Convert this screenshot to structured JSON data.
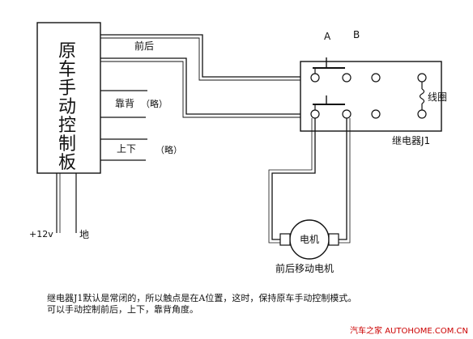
{
  "panel": {
    "label": "原车手动控制板"
  },
  "wires": {
    "front_back": "前后",
    "backrest": "靠背",
    "backrest_note": "（略）",
    "updown": "上下",
    "updown_note": "（略）"
  },
  "power": {
    "positive": "+12v",
    "ground": "地"
  },
  "contacts": {
    "a": "A",
    "b": "B"
  },
  "relay": {
    "label": "继电器J1",
    "coil": "线圈"
  },
  "motor": {
    "label": "电机",
    "caption": "前后移动电机"
  },
  "note": {
    "line1": "继电器J1默认是常闭的，所以触点是在A位置，这时，保持原车手动控制模式。",
    "line2": "可以手动控制前后，上下，靠背角度。"
  },
  "watermark": {
    "text": "汽车之家 AUTOHOME.COM.CN"
  }
}
